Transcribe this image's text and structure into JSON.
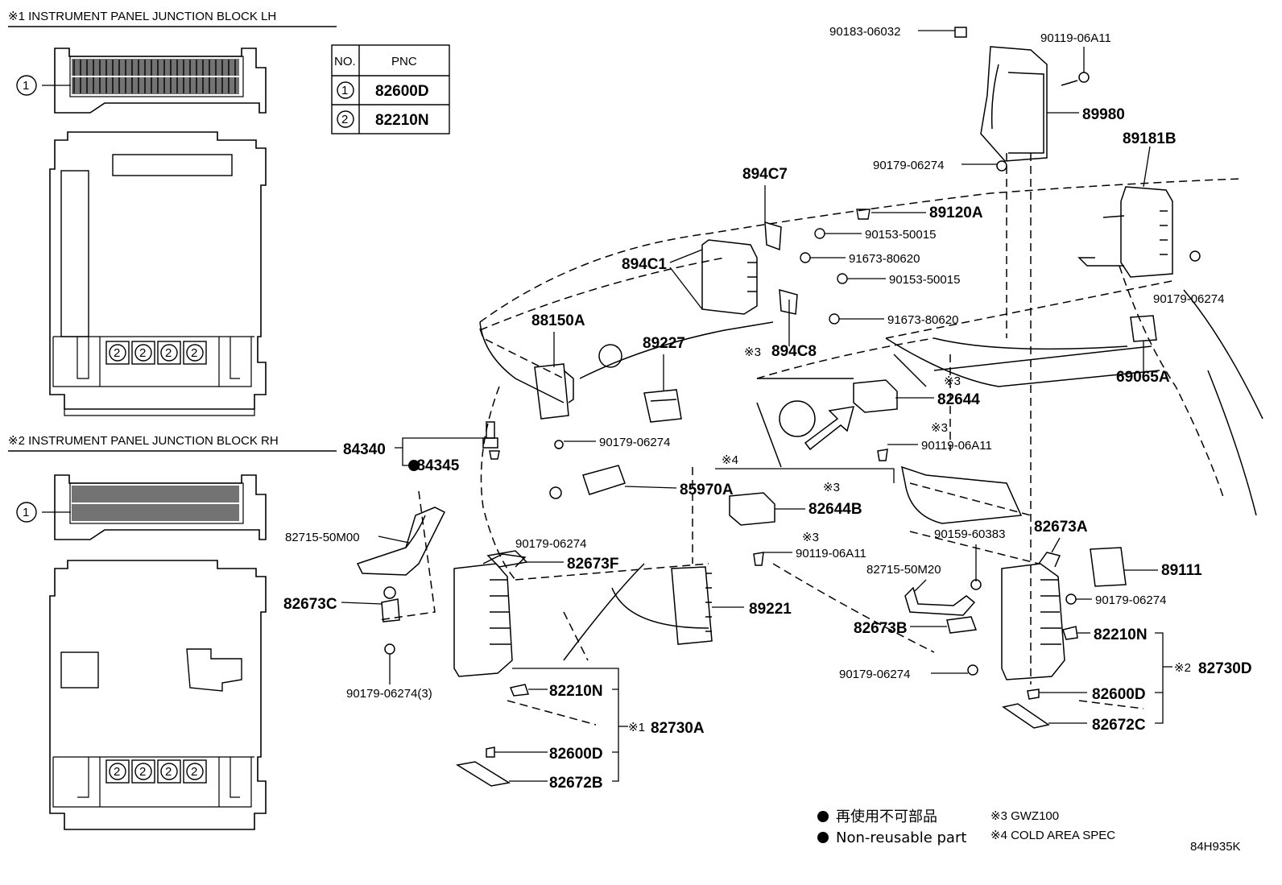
{
  "headers": {
    "lh": "※1 INSTRUMENT PANEL JUNCTION BLOCK LH",
    "rh": "※2 INSTRUMENT PANEL JUNCTION BLOCK RH"
  },
  "table": {
    "col_no": "NO.",
    "col_pnc": "PNC",
    "rows": [
      {
        "no": "1",
        "pnc": "82600D"
      },
      {
        "no": "2",
        "pnc": "82210N"
      }
    ]
  },
  "callouts": {
    "c1": "1",
    "c2": "2"
  },
  "parts": {
    "p90183": "90183-06032",
    "p90119a": "90119-06A11",
    "p89980": "89980",
    "p90179a": "90179-06274",
    "p89181B": "89181B",
    "p894C7": "894C7",
    "p89120A": "89120A",
    "p90153a": "90153-50015",
    "p894C1": "894C1",
    "p91673a": "91673-80620",
    "p90153b": "90153-50015",
    "p90179b": "90179-06274",
    "p91673b": "91673-80620",
    "p88150A": "88150A",
    "p89227": "89227",
    "n3a": "※3",
    "p894C8": "894C8",
    "n3b": "※3",
    "p82644": "82644",
    "p69065A": "69065A",
    "n3c": "※3",
    "p90119b": "90119-06A11",
    "p84340": "84340",
    "p90179c": "90179-06274",
    "p84345": "●84345",
    "n4": "※4",
    "n3d": "※3",
    "p82644B": "82644B",
    "p85970A": "85970A",
    "p82673A": "82673A",
    "p90159": "90159-60383",
    "p82715a": "82715-50M00",
    "n3e": "※3",
    "p90119c": "90119-06A11",
    "p89111": "89111",
    "p90179d": "90179-06274",
    "p82673F": "82673F",
    "p82715b": "82715-50M20",
    "p90179e": "90179-06274",
    "p82673C": "82673C",
    "p89221": "89221",
    "p82673B": "82673B",
    "p82210Na": "82210N",
    "n2": "※2",
    "p82730D": "82730D",
    "p90179f": "90179-06274",
    "p90179g": "90179-06274(3)",
    "p82600Da": "82600D",
    "p82210Nb": "82210N",
    "n1": "※1",
    "p82730A": "82730A",
    "p82672C": "82672C",
    "p82600Db": "82600D",
    "p82672B": "82672B"
  },
  "legend": {
    "jp": "再使用不可部品",
    "en": "Non-reusable part",
    "note3": "※3 GWZ100",
    "note4": "※4 COLD AREA SPEC",
    "code": "84H935K"
  }
}
